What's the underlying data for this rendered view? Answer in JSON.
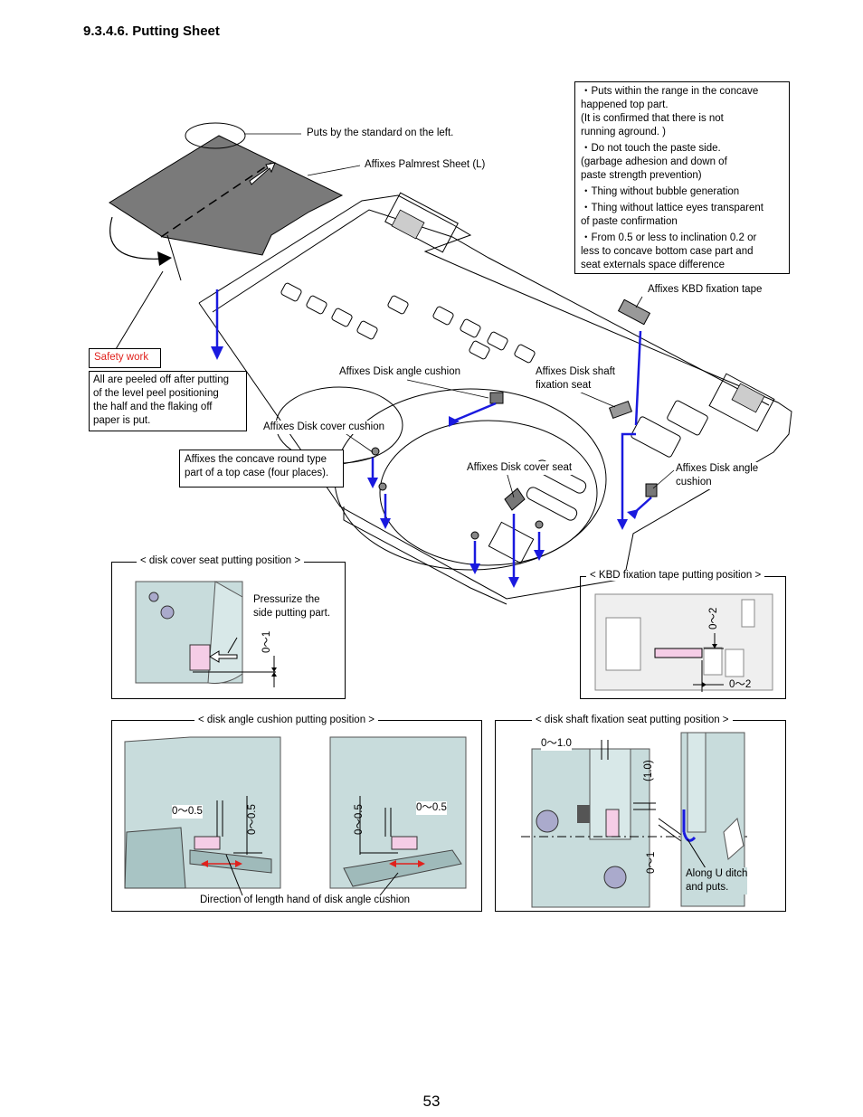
{
  "page": {
    "section_title": "9.3.4.6. Putting Sheet",
    "page_number": "53"
  },
  "callouts": {
    "puts_standard_left": "Puts by the standard on the left.",
    "affixes_palmrest": "Affixes Palmrest Sheet (L)",
    "affixes_kbd_tape": "Affixes KBD fixation tape",
    "affixes_disk_angle_cushion_1": "Affixes Disk angle cushion",
    "affixes_disk_shaft_seat": "Affixes Disk shaft\nfixation seat",
    "affixes_disk_cover_cushion": "Affixes Disk cover cushion",
    "affixes_disk_cover_seat": "Affixes Disk cover seat",
    "affixes_disk_angle_cushion_2": "Affixes Disk angle\ncushion"
  },
  "safety": {
    "label": "Safety work",
    "text": "All are peeled off after putting\nof the level peel positioning\nthe half and the flaking off\npaper is put."
  },
  "concave_note": "Affixes the concave round type\npart of a top case (four places).",
  "notes": [
    "・Puts within the range in the concave\n   happened top part.\n   (It is confirmed that there is not\n   running aground. )",
    "・Do not touch the paste side.\n   (garbage adhesion and down of\n   paste strength prevention)",
    "・Thing without bubble generation",
    "・Thing without lattice eyes transparent\n   of paste confirmation",
    "・From 0.5 or less to inclination 0.2 or\n   less to concave bottom case part and\n   seat externals space difference"
  ],
  "panels": {
    "disk_cover": {
      "title": "< disk cover seat putting position >",
      "note": "Pressurize the\nside putting part.",
      "dim": "0〜1"
    },
    "kbd_tape": {
      "title": "< KBD fixation tape putting position >",
      "dim_v": "0〜2",
      "dim_h": "0〜2"
    },
    "disk_angle": {
      "title": "< disk angle cushion putting position >",
      "dim_a": "0〜0.5",
      "dim_b": "0〜0.5",
      "dim_c": "0〜0.5",
      "dim_d": "0〜0.5",
      "caption": "Direction of length hand of disk angle cushion"
    },
    "disk_shaft": {
      "title": "< disk shaft fixation seat putting position >",
      "dim_top": "0〜1.0",
      "dim_paren": "(1.0)",
      "dim_side": "0〜1",
      "note": "Along U ditch\nand puts."
    }
  },
  "colors": {
    "arrow_blue": "#1a1adf",
    "safety_red": "#e0211c",
    "sheet_gray": "#7a7a7a",
    "pink_mark": "#f5cde6",
    "cyan_part": "#bcd9d9"
  }
}
